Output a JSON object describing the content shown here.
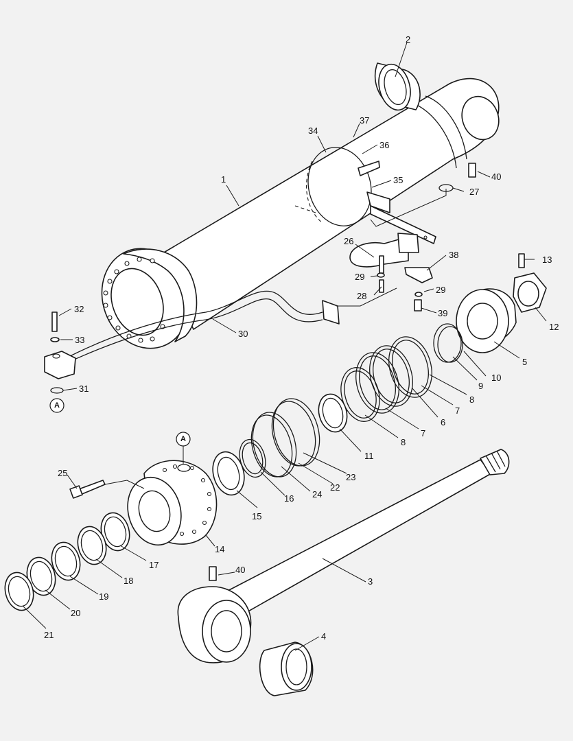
{
  "diagram": {
    "reference_mark": "A",
    "callouts": [
      {
        "id": "1",
        "label": "1"
      },
      {
        "id": "2",
        "label": "2"
      },
      {
        "id": "3",
        "label": "3"
      },
      {
        "id": "4",
        "label": "4"
      },
      {
        "id": "5",
        "label": "5"
      },
      {
        "id": "6",
        "label": "6"
      },
      {
        "id": "7a",
        "label": "7"
      },
      {
        "id": "7b",
        "label": "7"
      },
      {
        "id": "8a",
        "label": "8"
      },
      {
        "id": "8b",
        "label": "8"
      },
      {
        "id": "9",
        "label": "9"
      },
      {
        "id": "10",
        "label": "10"
      },
      {
        "id": "11",
        "label": "11"
      },
      {
        "id": "12",
        "label": "12"
      },
      {
        "id": "13",
        "label": "13"
      },
      {
        "id": "14",
        "label": "14"
      },
      {
        "id": "15",
        "label": "15"
      },
      {
        "id": "16",
        "label": "16"
      },
      {
        "id": "17",
        "label": "17"
      },
      {
        "id": "18",
        "label": "18"
      },
      {
        "id": "19",
        "label": "19"
      },
      {
        "id": "20",
        "label": "20"
      },
      {
        "id": "21",
        "label": "21"
      },
      {
        "id": "22",
        "label": "22"
      },
      {
        "id": "23",
        "label": "23"
      },
      {
        "id": "24",
        "label": "24"
      },
      {
        "id": "25",
        "label": "25"
      },
      {
        "id": "26",
        "label": "26"
      },
      {
        "id": "27",
        "label": "27"
      },
      {
        "id": "28",
        "label": "28"
      },
      {
        "id": "29a",
        "label": "29"
      },
      {
        "id": "29b",
        "label": "29"
      },
      {
        "id": "30",
        "label": "30"
      },
      {
        "id": "31",
        "label": "31"
      },
      {
        "id": "32",
        "label": "32"
      },
      {
        "id": "33",
        "label": "33"
      },
      {
        "id": "34",
        "label": "34"
      },
      {
        "id": "35",
        "label": "35"
      },
      {
        "id": "36",
        "label": "36"
      },
      {
        "id": "37",
        "label": "37"
      },
      {
        "id": "38",
        "label": "38"
      },
      {
        "id": "39",
        "label": "39"
      },
      {
        "id": "40a",
        "label": "40"
      },
      {
        "id": "40b",
        "label": "40"
      }
    ]
  }
}
